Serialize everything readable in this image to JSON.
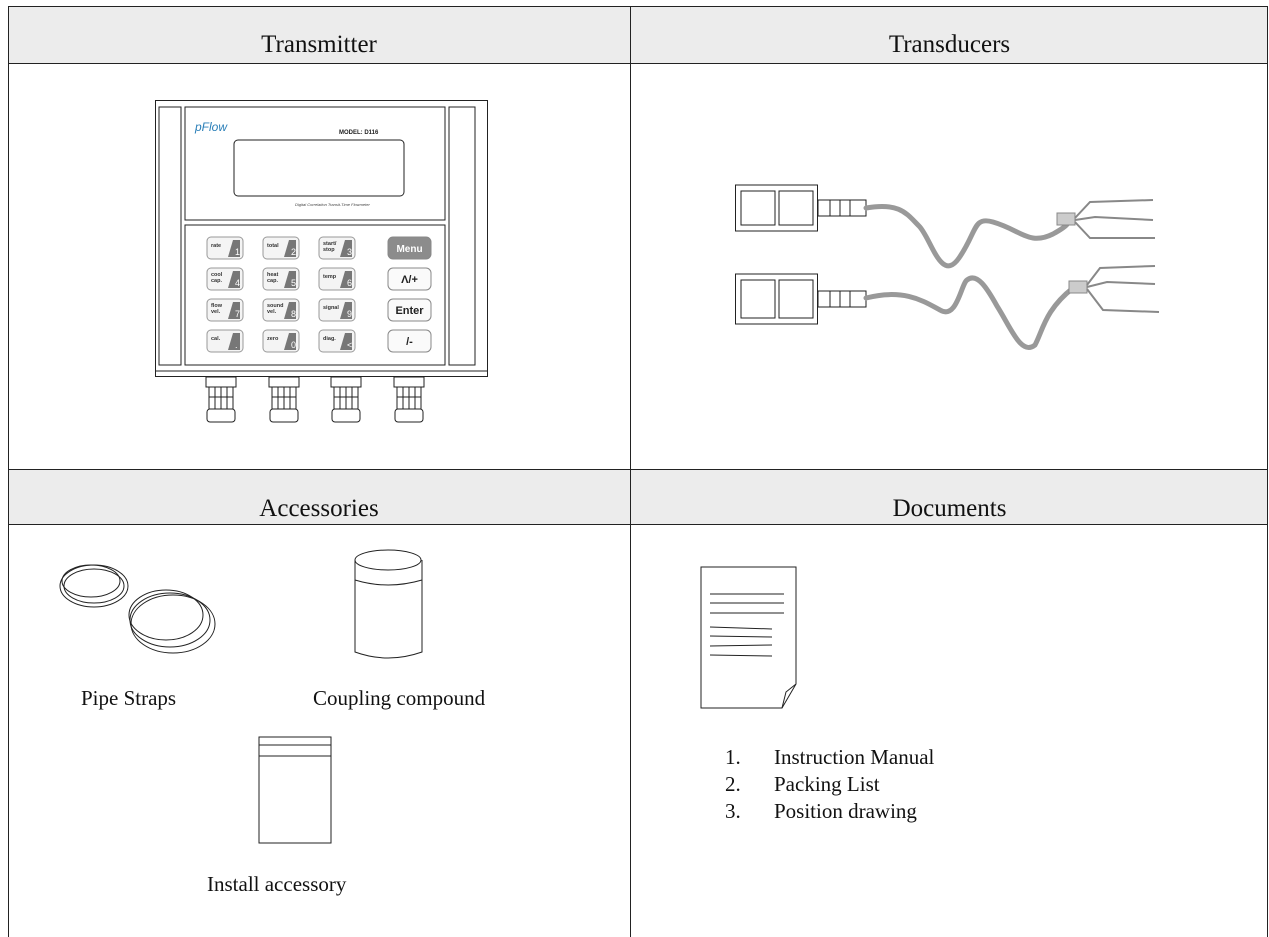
{
  "headers": {
    "transmitter": "Transmitter",
    "transducers": "Transducers",
    "accessories": "Accessories",
    "documents": "Documents"
  },
  "transmitter": {
    "brand": "pFlow",
    "model": "MODEL:  D116",
    "tagline": "Digital Correlation Transit-Time Flowmeter",
    "keys": [
      {
        "label": "rate",
        "num": "1"
      },
      {
        "label": "total",
        "num": "2"
      },
      {
        "label": "start/ stop",
        "num": "3"
      },
      {
        "label": "cool cap.",
        "num": "4"
      },
      {
        "label": "heat cap.",
        "num": "5"
      },
      {
        "label": "temp",
        "num": "6"
      },
      {
        "label": "flow vel.",
        "num": "7"
      },
      {
        "label": "sound vel.",
        "num": "8"
      },
      {
        "label": "signal",
        "num": "9"
      },
      {
        "label": "cal.",
        "num": "."
      },
      {
        "label": "zero",
        "num": "0"
      },
      {
        "label": "diag.",
        "num": "<"
      }
    ],
    "side_keys": [
      "Menu",
      "Λ/+",
      "Enter",
      "/-"
    ]
  },
  "accessories": {
    "pipe_straps": "Pipe Straps",
    "coupling": "Coupling compound",
    "install": "Install accessory"
  },
  "documents": {
    "items": [
      {
        "num": "1.",
        "text": "Instruction Manual"
      },
      {
        "num": "2.",
        "text": "Packing List"
      },
      {
        "num": "3.",
        "text": "Position drawing"
      }
    ]
  }
}
